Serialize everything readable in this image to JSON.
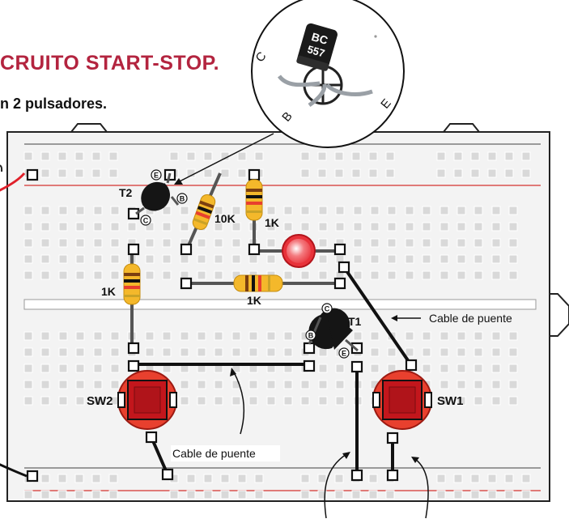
{
  "heading": {
    "title": "CRUITO START-STOP.",
    "subtitle": "n 2 pulsadores."
  },
  "colors": {
    "title": "#b3243f",
    "board": "#f3f3f3",
    "board_border": "#222222",
    "hole_fill": "#d9d9d9",
    "hole_border": "#ffffff",
    "rail_red": "#d9534f",
    "rail_gray": "#666666",
    "led": "#e8323a",
    "button_ring": "#e8402e",
    "button_cap": "#c3161c",
    "wire_dark": "#111111",
    "wire_gray": "#555555",
    "transistor": "#151515",
    "resistor_body": "#f4b82b",
    "external_wire": "#e0202a"
  },
  "transistor_zoom": {
    "part_number_line1": "BC",
    "part_number_line2": "557",
    "pin_c": "C",
    "pin_b": "B",
    "pin_e": "E"
  },
  "components": {
    "t2": {
      "label": "T2",
      "pin_e": "E",
      "pin_b": "B",
      "pin_c": "C"
    },
    "t1": {
      "label": "T1",
      "pin_c": "C",
      "pin_b": "B",
      "pin_e": "E"
    },
    "r_10k": {
      "label": "10K"
    },
    "r_1k_top": {
      "label": "1K"
    },
    "r_1k_left": {
      "label": "1K"
    },
    "r_1k_mid": {
      "label": "1K"
    },
    "sw1": {
      "label": "SW1"
    },
    "sw2": {
      "label": "SW2"
    }
  },
  "annotations": {
    "jumper_right": "Cable de puente",
    "jumper_bottom": "Cable de puente"
  }
}
